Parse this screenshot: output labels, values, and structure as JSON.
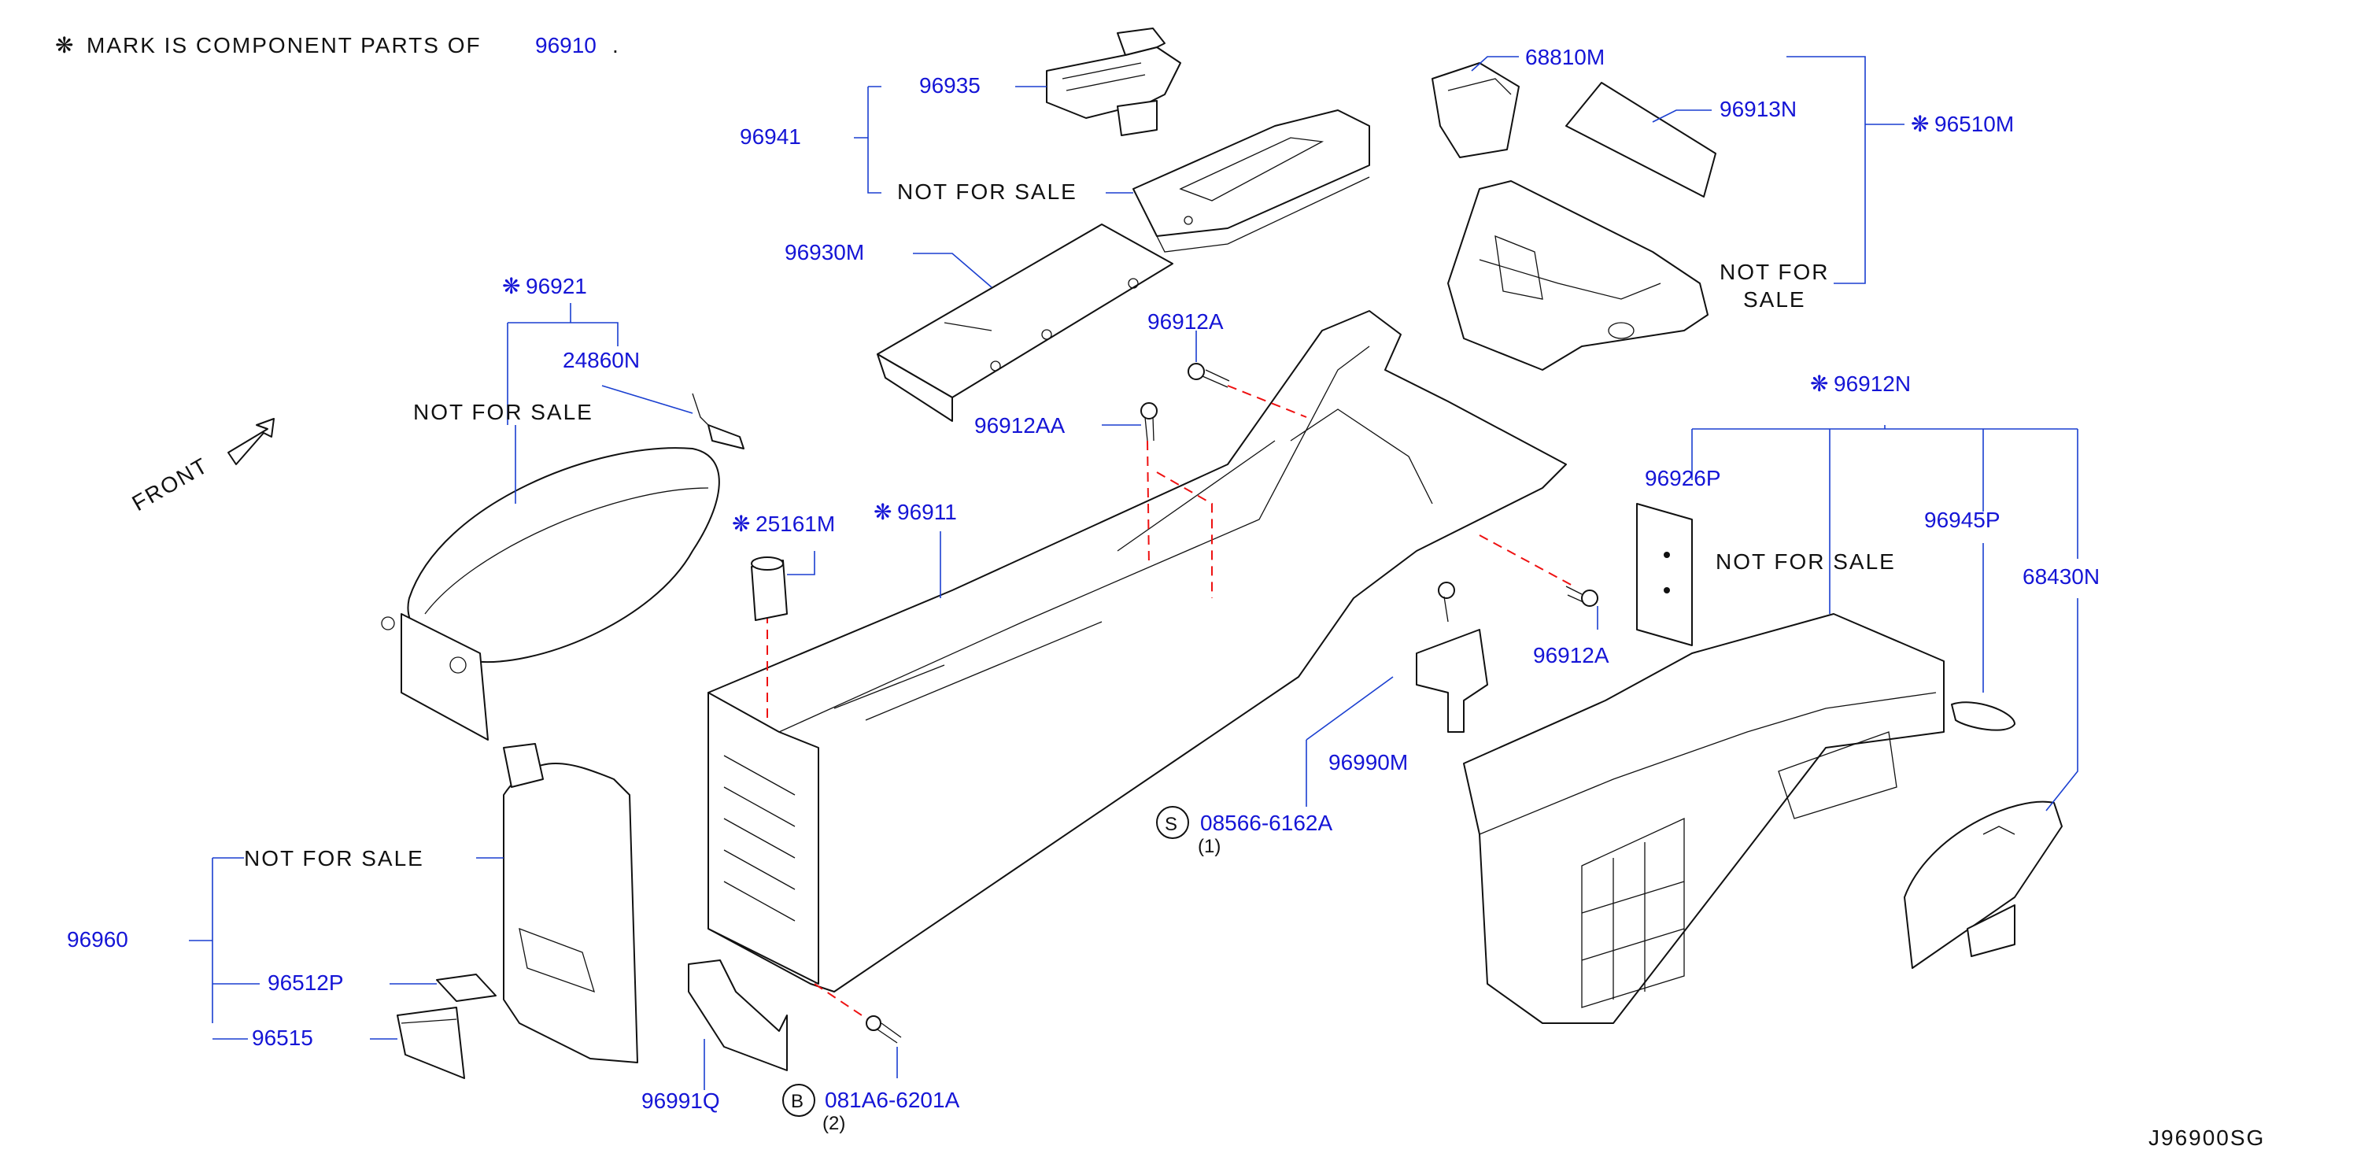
{
  "header": {
    "mark_symbol": "❋",
    "mark_note_prefix": "MARK IS COMPONENT PARTS OF",
    "mark_note_part": "96910",
    "mark_note_suffix": "."
  },
  "diagram_code": "J96900SG",
  "front_label": "FRONT",
  "not_for_sale": "NOT FOR SALE",
  "not_for_sale_line1": "NOT FOR",
  "not_for_sale_line2": "SALE",
  "parts": {
    "p96935": "96935",
    "p96941": "96941",
    "p96930M": "96930M",
    "p96912A": "96912A",
    "p96912AA": "96912AA",
    "p96921": "96921",
    "p24860N": "24860N",
    "p25161M": "25161M",
    "p96911": "96911",
    "p68810M": "68810M",
    "p96913N": "96913N",
    "p96510M": "96510M",
    "p96912N": "96912N",
    "p96926P": "96926P",
    "p96945P": "96945P",
    "p68430N": "68430N",
    "p96912A_2": "96912A",
    "p96990M": "96990M",
    "p08566": "08566-6162A",
    "p08566_qty": "(1)",
    "p08566_circle": "S",
    "p96960": "96960",
    "p96512P": "96512P",
    "p96515": "96515",
    "p96991Q": "96991Q",
    "p081A6": "081A6-6201A",
    "p081A6_qty": "(2)",
    "p081A6_circle": "B"
  },
  "colors": {
    "label_blue": "#1515d6",
    "leader_blue": "#1a3fd0",
    "dashed_red": "#e11111",
    "ink": "#111111"
  }
}
